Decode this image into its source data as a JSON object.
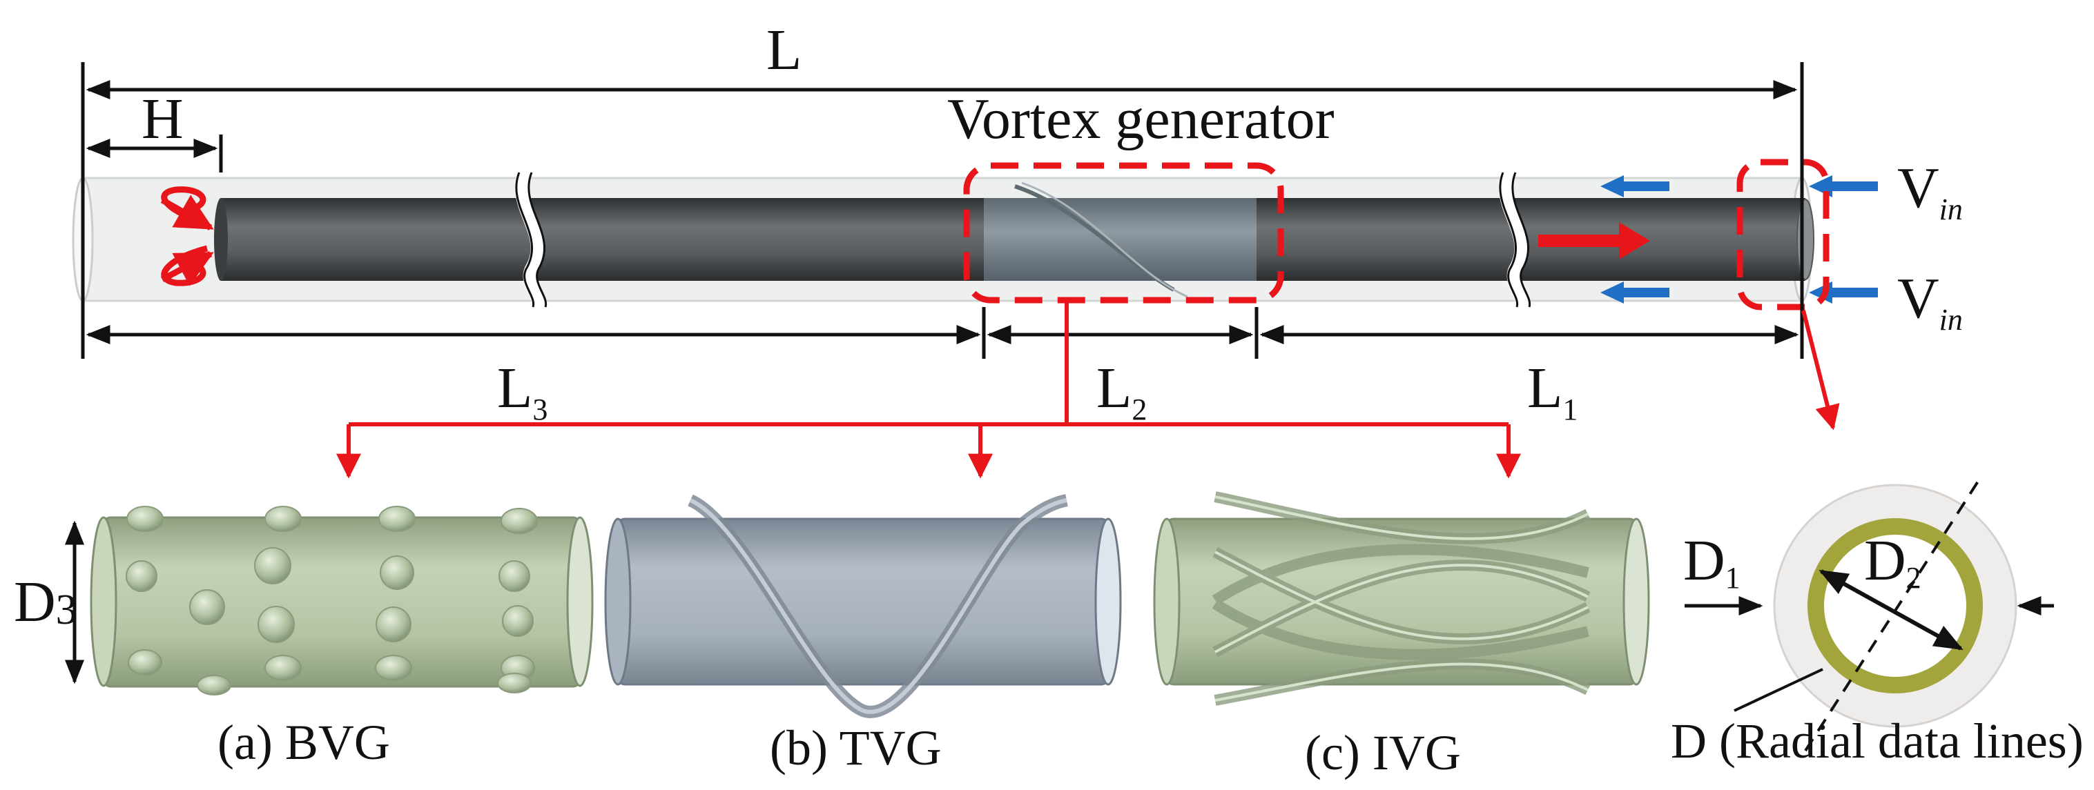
{
  "colors": {
    "red": "#e8161b",
    "blue": "#1f6fc6",
    "dark_tube": "#4a4d4f",
    "green_tube": "#a9bb98",
    "gray_tube": "#98a2b0",
    "yellow_ring": "#a3a53c"
  },
  "labels": {
    "L": "L",
    "H": "H",
    "vortex_generator": "Vortex generator",
    "L3": "L",
    "L3_sub": "3",
    "L2": "L",
    "L2_sub": "2",
    "L1": "L",
    "L1_sub": "1",
    "V_in_top": "V",
    "V_in_top_sub": "in",
    "V_in_bottom": "V",
    "V_in_bottom_sub": "in",
    "D3": "D",
    "D3_sub": "3",
    "D1": "D",
    "D1_sub": "1",
    "D2": "D",
    "D2_sub": "2",
    "radial_lines": "D (Radial data lines)"
  },
  "captions": {
    "bvg": "(a) BVG",
    "tvg": "(b) TVG",
    "ivg": "(c) IVG"
  }
}
